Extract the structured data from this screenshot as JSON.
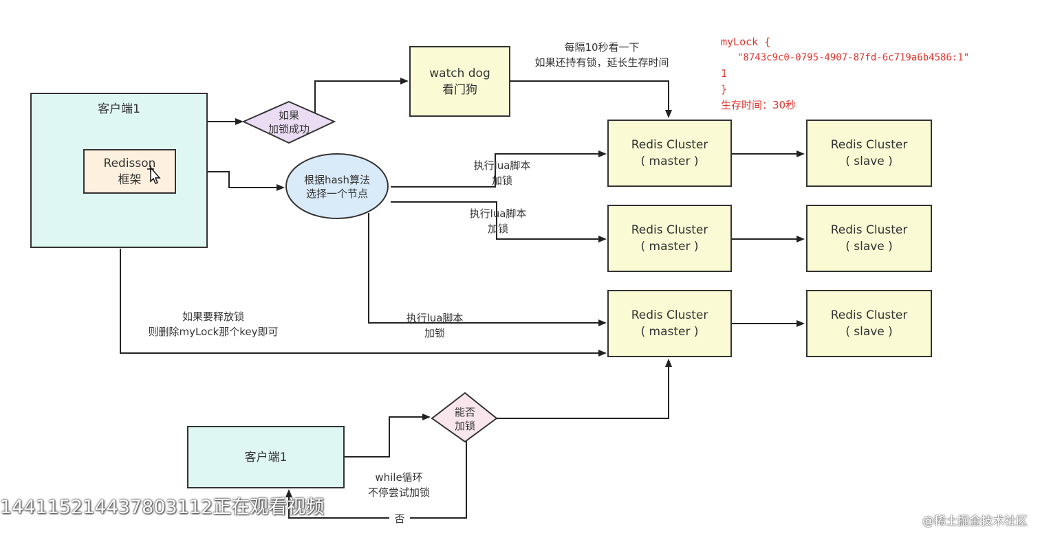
{
  "client_top": {
    "title": "客户端1",
    "redisson_line1": "Redisson",
    "redisson_line2": "框架"
  },
  "decision_lock_success": {
    "line1": "如果",
    "line2": "加锁成功"
  },
  "watch_dog": {
    "line1": "watch dog",
    "line2": "看门狗"
  },
  "watch_dog_note": {
    "line1": "每隔10秒看一下",
    "line2": "如果还持有锁，延长生存时间"
  },
  "hash_node": {
    "line1": "根据hash算法",
    "line2": "选择一个节点"
  },
  "exec_labels": [
    {
      "line1": "执行lua脚本",
      "line2": "加锁"
    },
    {
      "line1": "执行lua脚本",
      "line2": "加锁"
    },
    {
      "line1": "执行lua脚本",
      "line2": "加锁"
    }
  ],
  "release_note": {
    "line1": "如果要释放锁",
    "line2": "则删除myLock那个key即可"
  },
  "masters": [
    {
      "line1": "Redis Cluster",
      "line2": "( master )"
    },
    {
      "line1": "Redis Cluster",
      "line2": "( master )"
    },
    {
      "line1": "Redis Cluster",
      "line2": "( master )"
    }
  ],
  "slaves": [
    {
      "line1": "Redis Cluster",
      "line2": "( slave )"
    },
    {
      "line1": "Redis Cluster",
      "line2": "( slave )"
    },
    {
      "line1": "Redis Cluster",
      "line2": "( slave )"
    }
  ],
  "lock_data": {
    "line1": "myLock {",
    "line2": "\"8743c9c0-0795-4907-87fd-6c719a6b4586:1\"",
    "line3": "1",
    "line4": "}",
    "ttl": "生存时间：30秒"
  },
  "client_bottom": {
    "title": "客户端1"
  },
  "decision_can_lock": {
    "line1": "能否",
    "line2": "加锁"
  },
  "loop_note": {
    "line1": "while循环",
    "line2": "不停尝试加锁"
  },
  "no_label": "否",
  "watermark_left": "1441152144378031​12正在观看视频",
  "watermark_right": "@稀土掘金技术社区",
  "colors": {
    "accent_red": "#e0352f",
    "client_fill": "#dff7f3",
    "redis_fill": "#fafad4",
    "ellipse_fill": "#d9ebf9",
    "diamond_fill": "#eadcf3"
  }
}
